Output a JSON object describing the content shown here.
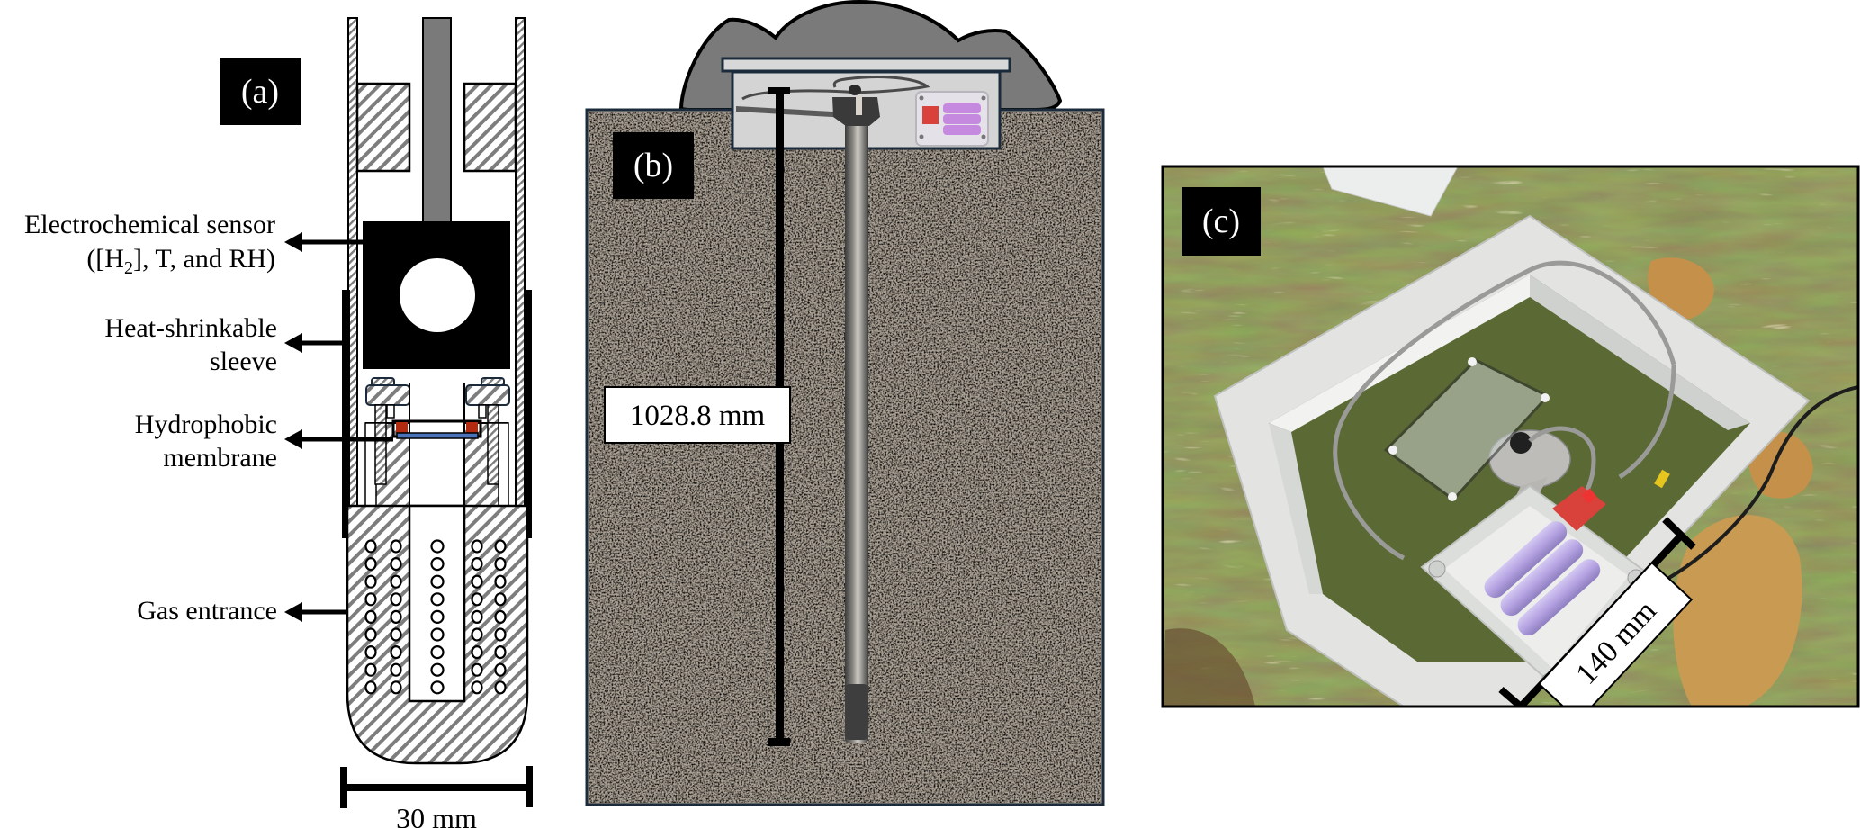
{
  "figure": {
    "panel_a": {
      "tag": "(a)",
      "title": "Probe tip cross-section",
      "callouts": [
        {
          "lines": [
            "Electrochemical sensor",
            "([H",
            "2",
            "], T, and RH)"
          ]
        },
        {
          "lines": [
            "Heat-shrinkable",
            "sleeve"
          ]
        },
        {
          "lines": [
            "Hydrophobic",
            "membrane"
          ]
        },
        {
          "lines": [
            "Gas entrance"
          ]
        }
      ],
      "callout_text": {
        "sensor_line1": "Electrochemical sensor",
        "sensor_line2_pre": "([H",
        "sensor_line2_sub": "2",
        "sensor_line2_post": "], T, and RH)",
        "sleeve_line1": "Heat-shrinkable",
        "sleeve_line2": "sleeve",
        "membrane_line1": "Hydrophobic",
        "membrane_line2": "membrane",
        "gas_line1": "Gas entrance"
      },
      "scale_label": "30 mm",
      "colors": {
        "rod": "#7a7a7a",
        "membrane": "#4a72b8",
        "seal": "#b22a10",
        "hatch": "#7d7d7d"
      }
    },
    "panel_b": {
      "tag": "(b)",
      "title": "Probe installed in soil",
      "scale_label": "1028.8 mm",
      "colors": {
        "soil": "#a99f92",
        "mound": "#7a7a7a",
        "box": "#d4d4d4",
        "frame": "#1b2b3b",
        "battery": "#c58ae0"
      }
    },
    "panel_c": {
      "tag": "(c)",
      "title": "Field enclosure photograph",
      "scale_label": "140 mm",
      "colors": {
        "grass": "#6b7a3a",
        "dirt": "#8a6a42",
        "clay": "#c99a52",
        "enclosure": "#e3e4e2",
        "battery": "#b7a6e0",
        "board": "#d8423a"
      }
    }
  }
}
